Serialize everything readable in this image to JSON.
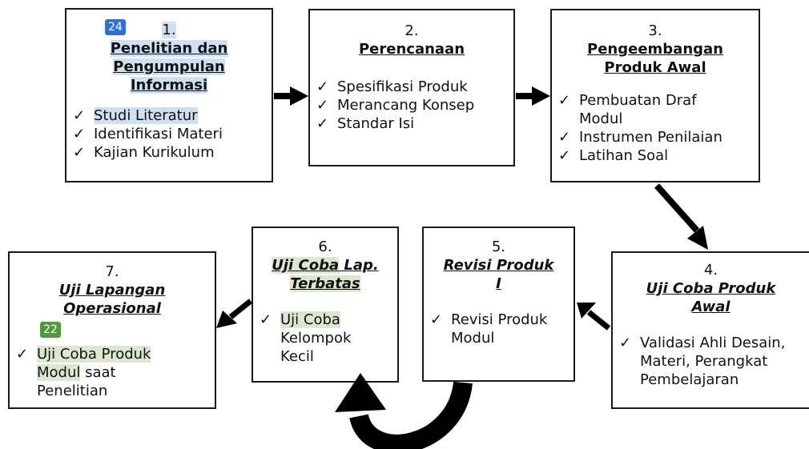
{
  "badges": [
    {
      "label": "24",
      "color": "#2d6fd6"
    },
    {
      "label": "22",
      "color": "#4f9a39"
    }
  ],
  "highlight_colors": {
    "blue": "#cfe0f3",
    "green": "#dde6cf"
  },
  "check_mark": "✓",
  "boxes": {
    "b1": {
      "number": "1.",
      "title_lines": [
        "Penelitian dan",
        "Pengumpulan",
        "Informasi"
      ],
      "items": [
        "Studi Literatur",
        "Identifikasi Materi",
        "Kajian Kurikulum"
      ]
    },
    "b2": {
      "number": "2.",
      "title_lines": [
        "Perencanaan"
      ],
      "items": [
        "Spesifikasi Produk",
        "Merancang Konsep",
        "Standar Isi"
      ]
    },
    "b3": {
      "number": "3.",
      "title_lines": [
        "Pengeembangan",
        "Produk Awal"
      ],
      "items": [
        "Pembuatan Draf Modul",
        "Instrumen Penilaian",
        "Latihan Soal"
      ]
    },
    "b4": {
      "number": "4.",
      "title_lines": [
        "Uji Coba Produk",
        "Awal"
      ],
      "items": [
        "Validasi Ahli Desain, Materi, Perangkat Pembelajaran"
      ]
    },
    "b5": {
      "number": "5.",
      "title_lines": [
        "Revisi Produk",
        "I"
      ],
      "items": [
        "Revisi Produk Modul"
      ]
    },
    "b6": {
      "number": "6.",
      "title_part1": "Uji Coba",
      "title_part2": " Lap.",
      "title_line2": "Terbatas",
      "items": [
        "Uji Coba",
        "Kelompok Kecil"
      ]
    },
    "b7": {
      "number": "7.",
      "title_lines": [
        "Uji Lapangan",
        "Operasional"
      ],
      "item_part1": "Uji Coba Produk",
      "item_part2": "Modul",
      "item_part3": " saat Penelitian"
    }
  }
}
